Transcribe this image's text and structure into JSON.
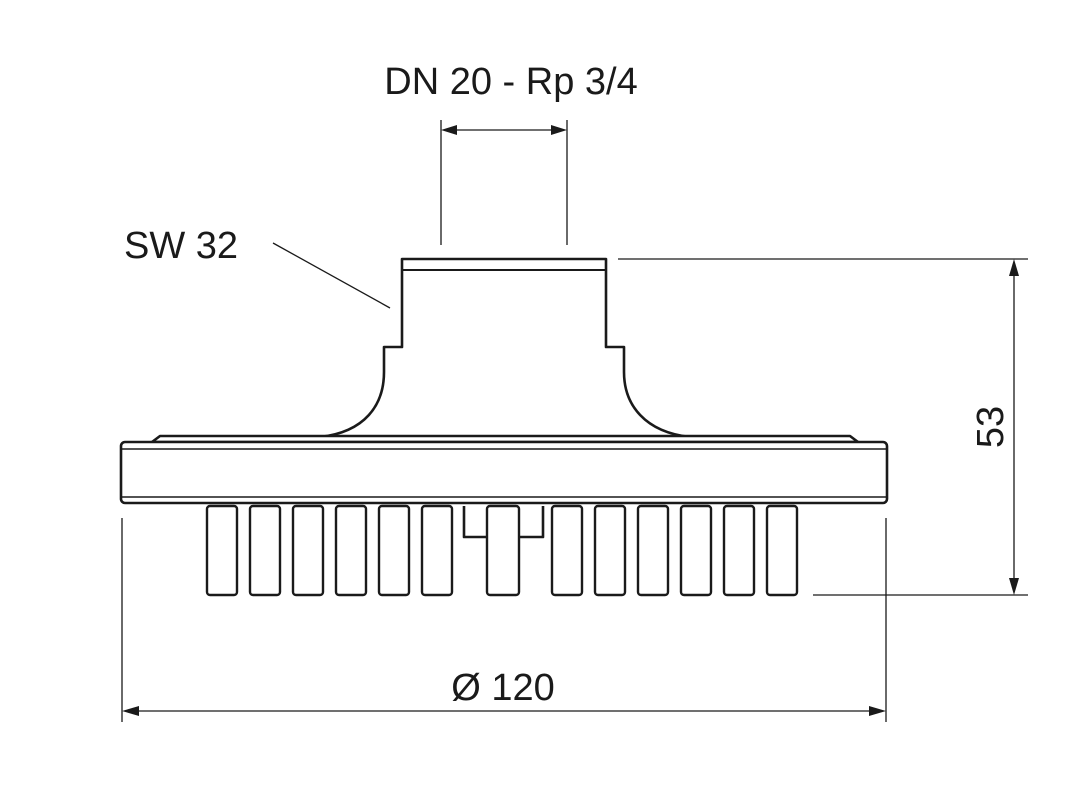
{
  "labels": {
    "top_dimension": "DN 20 - Rp 3/4",
    "wrench_size": "SW 32",
    "height_dimension": "53",
    "diameter_dimension": "Ø 120"
  },
  "colors": {
    "line": "#1a1a1a",
    "background": "#ffffff"
  }
}
